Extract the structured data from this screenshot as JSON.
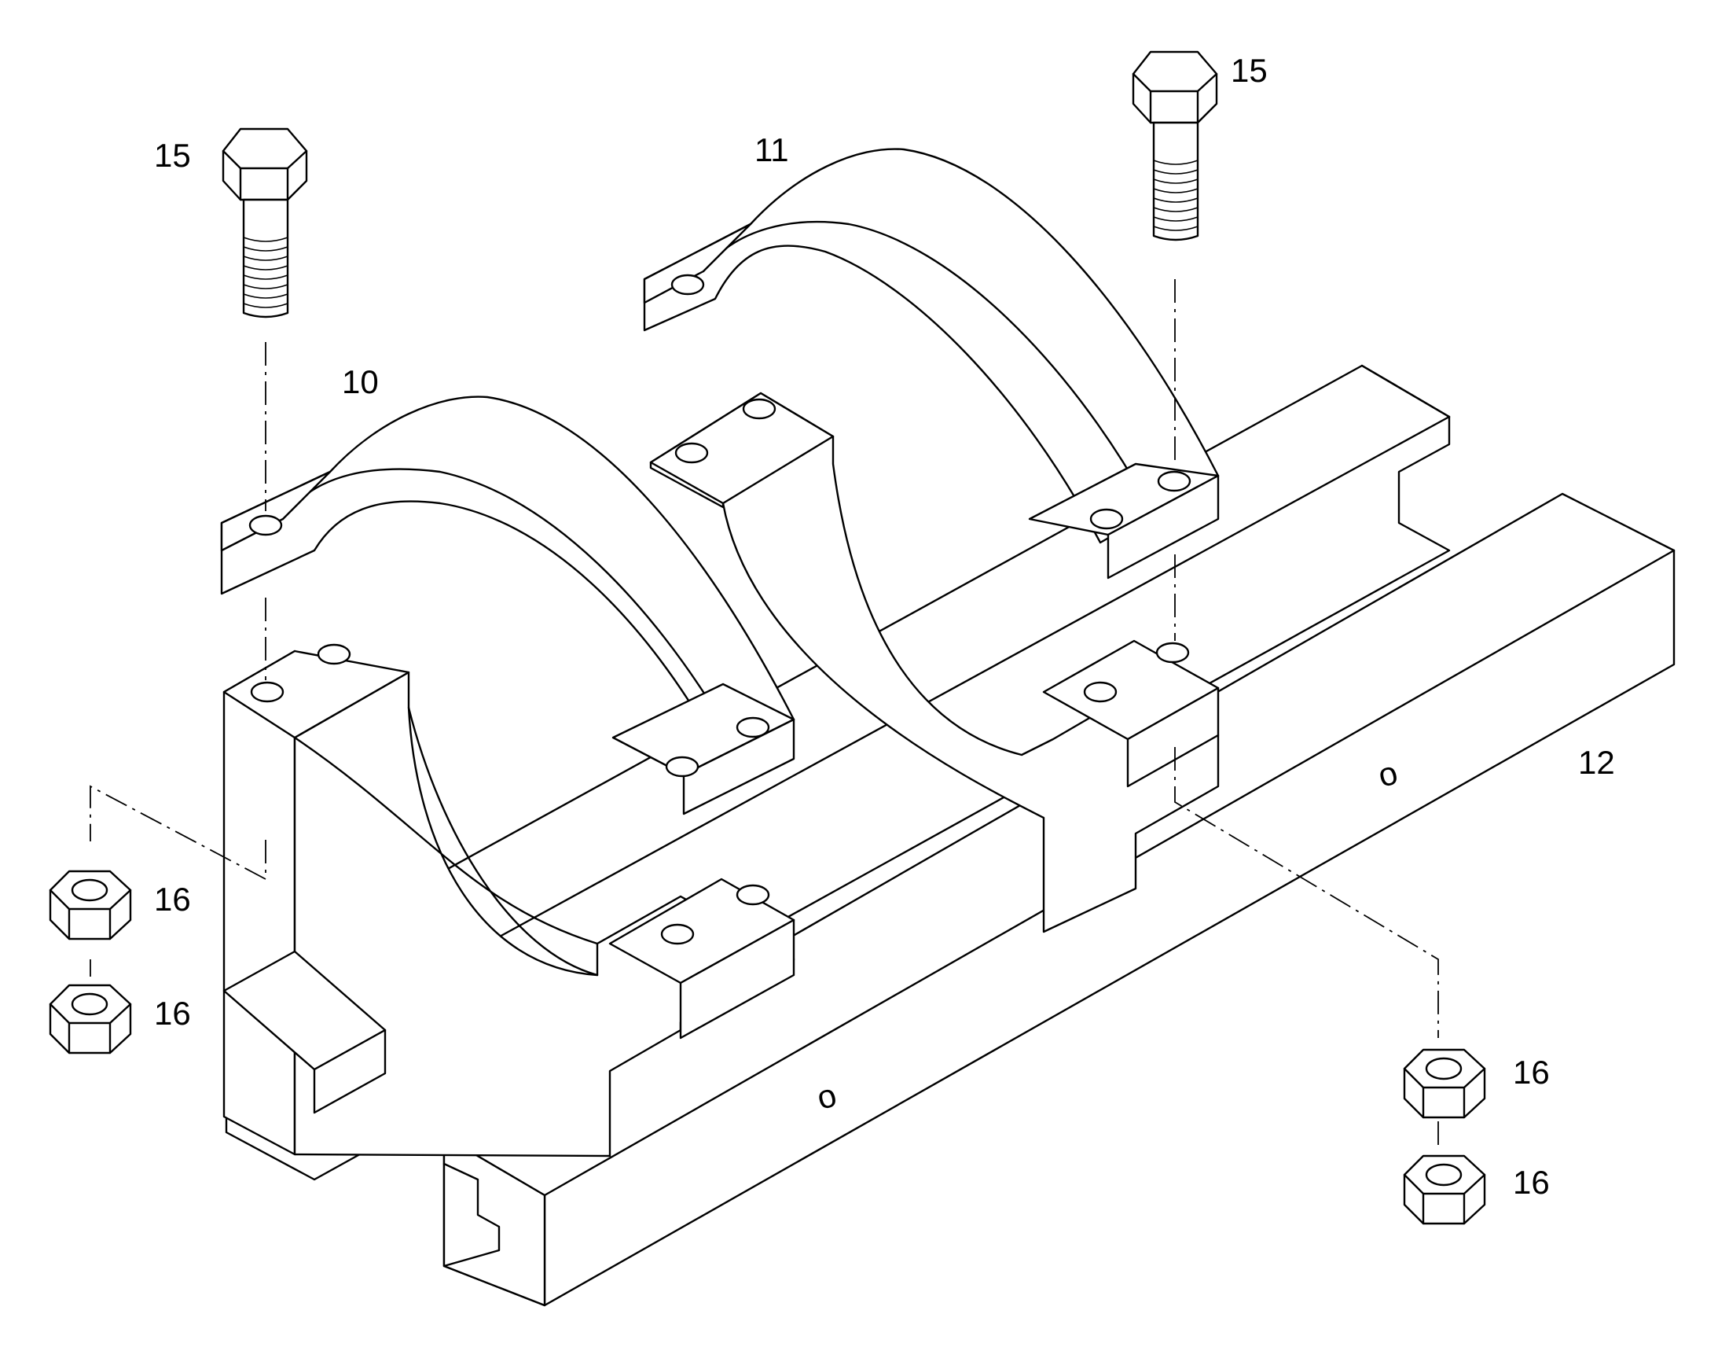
{
  "callouts": {
    "bolt_left": "15",
    "bolt_right": "15",
    "clamp_front": "10",
    "clamp_rear": "11",
    "rail": "12",
    "nut_left_upper": "16",
    "nut_left_lower": "16",
    "nut_right_upper": "16",
    "nut_right_lower": "16"
  },
  "rail_marks": {
    "mark_front": "o",
    "mark_rear": "o"
  }
}
